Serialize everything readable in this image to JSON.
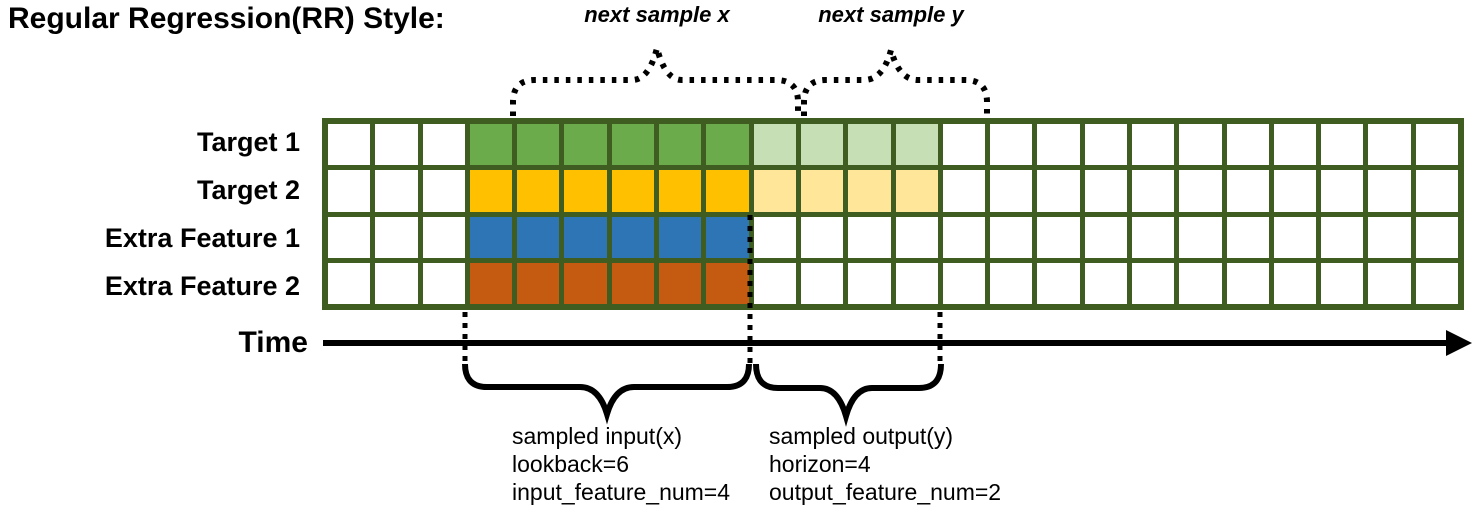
{
  "title": "Regular Regression(RR) Style:",
  "top_labels": {
    "next_sample_x": "next sample x",
    "next_sample_y": "next sample y"
  },
  "time_axis": {
    "label": "Time"
  },
  "grid": {
    "columns": 24,
    "input_start_column": 3,
    "lookback": 6,
    "horizon": 4,
    "border_color": "#405D21",
    "empty_cell_color": "#FFFFFF",
    "rows": [
      {
        "label": "Target 1",
        "input_color": "#6CAB4B",
        "output_color": "#C6DFB4"
      },
      {
        "label": "Target 2",
        "input_color": "#FFC000",
        "output_color": "#FFE699"
      },
      {
        "label": "Extra Feature 1",
        "input_color": "#2E75B6",
        "output_color": null
      },
      {
        "label": "Extra Feature 2",
        "input_color": "#C55A11",
        "output_color": null
      }
    ]
  },
  "input_annotation": [
    "sampled input(x)",
    "lookback=6",
    "input_feature_num=4"
  ],
  "output_annotation": [
    "sampled output(y)",
    "horizon=4",
    "output_feature_num=2"
  ]
}
